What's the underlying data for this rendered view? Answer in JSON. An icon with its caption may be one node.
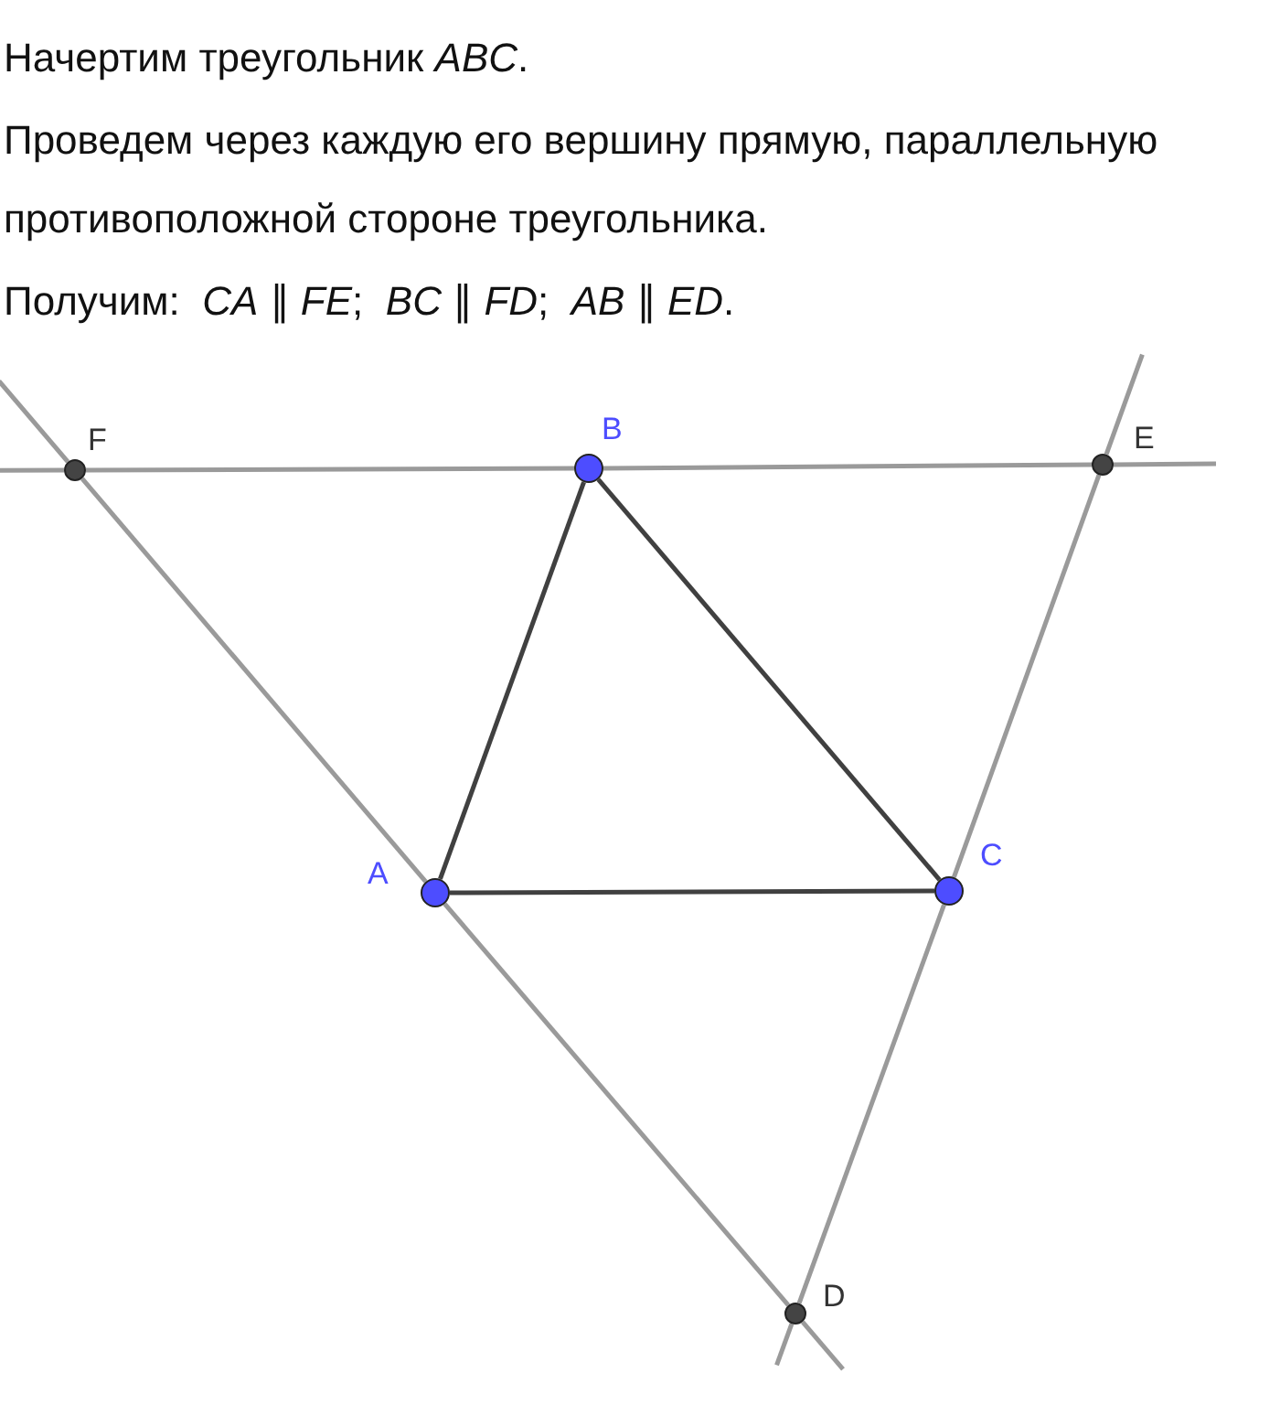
{
  "diagram": {
    "nodes": [
      {
        "text": [],
        "shape": "circle",
        "beside": [
          "F"
        ]
      },
      {
        "text": [],
        "shape": "circle",
        "beside": [
          "B"
        ]
      },
      {
        "text": [],
        "shape": "circle",
        "beside": [
          "E"
        ]
      },
      {
        "text": [],
        "shape": "circle",
        "beside": [
          "A"
        ]
      },
      {
        "text": [],
        "shape": "circle",
        "beside": [
          "C"
        ]
      },
      {
        "text": [],
        "shape": "circle",
        "beside": [
          "D"
        ]
      }
    ],
    "edges": [
      {
        "from": 3,
        "to": 1,
        "arrow": "none",
        "color": "#404040"
      },
      {
        "from": 1,
        "to": 4,
        "arrow": "none",
        "color": "#404040"
      },
      {
        "from": 4,
        "to": 3,
        "arrow": "none",
        "color": "#404040"
      },
      {
        "from": 0,
        "to": 1,
        "arrow": "none",
        "color": "#9a9a9a"
      },
      {
        "from": 1,
        "to": 2,
        "arrow": "none",
        "color": "#9a9a9a"
      },
      {
        "from": 0,
        "to": 3,
        "arrow": "none",
        "color": "#9a9a9a"
      },
      {
        "from": 3,
        "to": 5,
        "arrow": "none",
        "color": "#9a9a9a"
      },
      {
        "from": 2,
        "to": 4,
        "arrow": "none",
        "color": "#9a9a9a"
      },
      {
        "from": 4,
        "to": 5,
        "arrow": "none",
        "color": "#9a9a9a"
      }
    ],
    "labels": [
      "Начертим треугольник *ABC*.",
      "Проведем через каждую его вершину прямую, параллельную противоположной стороне треугольника.",
      "Получим:  *CA* ∥ *FE*;  *BC* ∥ *FD*;  *AB* ∥ *ED*."
    ]
  }
}
